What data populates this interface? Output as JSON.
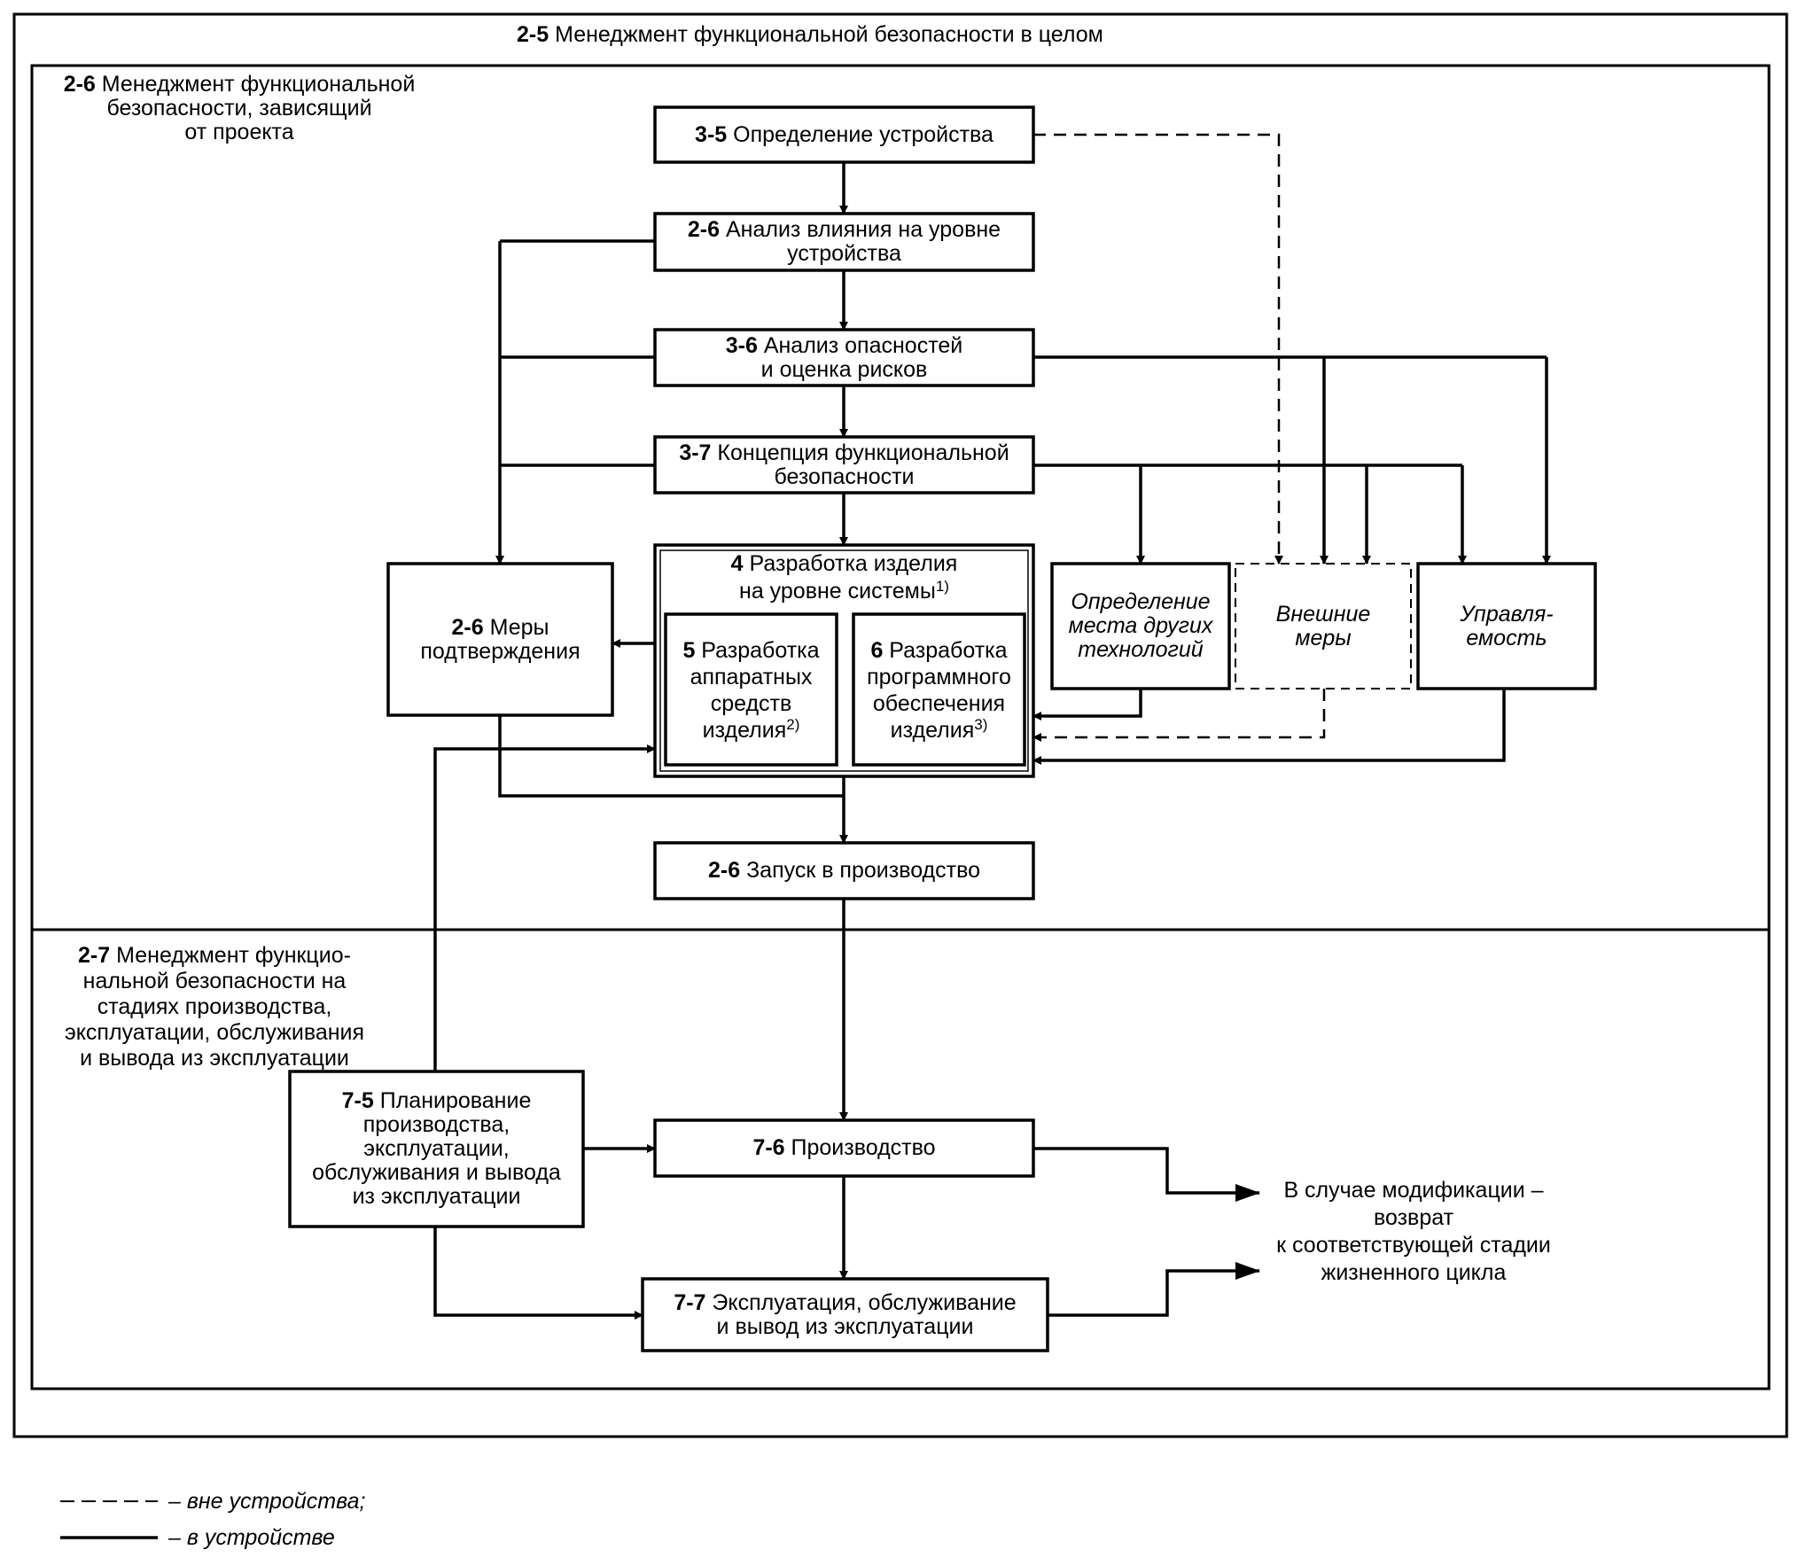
{
  "frames": {
    "overall": {
      "code": "2-5",
      "title": "Менеджмент функциональной безопасности в целом"
    },
    "project": {
      "code": "2-6",
      "lines": [
        "Менеджмент функциональной",
        "безопасности, зависящий",
        "от проекта"
      ]
    },
    "production": {
      "code": "2-7",
      "lines": [
        "Менеджмент функцио-",
        "нальной безопасности на",
        "стадиях производства,",
        "эксплуатации, обслуживания",
        "и вывода из эксплуатации"
      ]
    }
  },
  "boxes": {
    "item_definition": {
      "code": "3-5",
      "lines": [
        "Определение устройства"
      ]
    },
    "impact_analysis": {
      "code": "2-6",
      "lines": [
        "Анализ влияния на уровне",
        "устройства"
      ]
    },
    "hazard_analysis": {
      "code": "3-6",
      "lines": [
        "Анализ опасностей",
        "и оценка рисков"
      ]
    },
    "safety_concept": {
      "code": "3-7",
      "lines": [
        "Концепция функциональной",
        "безопасности"
      ]
    },
    "system_development": {
      "code": "4",
      "lines": [
        "Разработка изделия",
        "на уровне системы"
      ],
      "note": "1)"
    },
    "hardware_development": {
      "code": "5",
      "lines": [
        "Разработка",
        "аппаратных",
        "средств",
        "изделия"
      ],
      "note": "2)"
    },
    "software_development": {
      "code": "6",
      "lines": [
        "Разработка",
        "программного",
        "обеспечения",
        "изделия"
      ],
      "note": "3)"
    },
    "confirmation_measures": {
      "code": "2-6",
      "lines": [
        "Меры",
        "подтверждения"
      ]
    },
    "other_technologies": {
      "lines": [
        "Определение",
        "места других",
        "технологий"
      ]
    },
    "external_measures": {
      "lines": [
        "Внешние",
        "меры"
      ]
    },
    "controllability": {
      "lines": [
        "Управля-",
        "емость"
      ]
    },
    "release_for_production": {
      "code": "2-6",
      "lines": [
        "Запуск в производство"
      ]
    },
    "production_planning": {
      "code": "7-5",
      "lines": [
        "Планирование",
        "производства,",
        "эксплуатации,",
        "обслуживания и вывода",
        "из эксплуатации"
      ]
    },
    "production": {
      "code": "7-6",
      "lines": [
        "Производство"
      ]
    },
    "operation": {
      "code": "7-7",
      "lines": [
        "Эксплуатация, обслуживание",
        "и вывод из эксплуатации"
      ]
    }
  },
  "modification_note": {
    "lines": [
      "В случае модификации –",
      "возврат",
      "к соответствующей стадии",
      "жизненного цикла"
    ]
  },
  "legend": {
    "dashed": {
      "text": "– вне устройства;"
    },
    "solid": {
      "text": "– в устройстве"
    }
  }
}
